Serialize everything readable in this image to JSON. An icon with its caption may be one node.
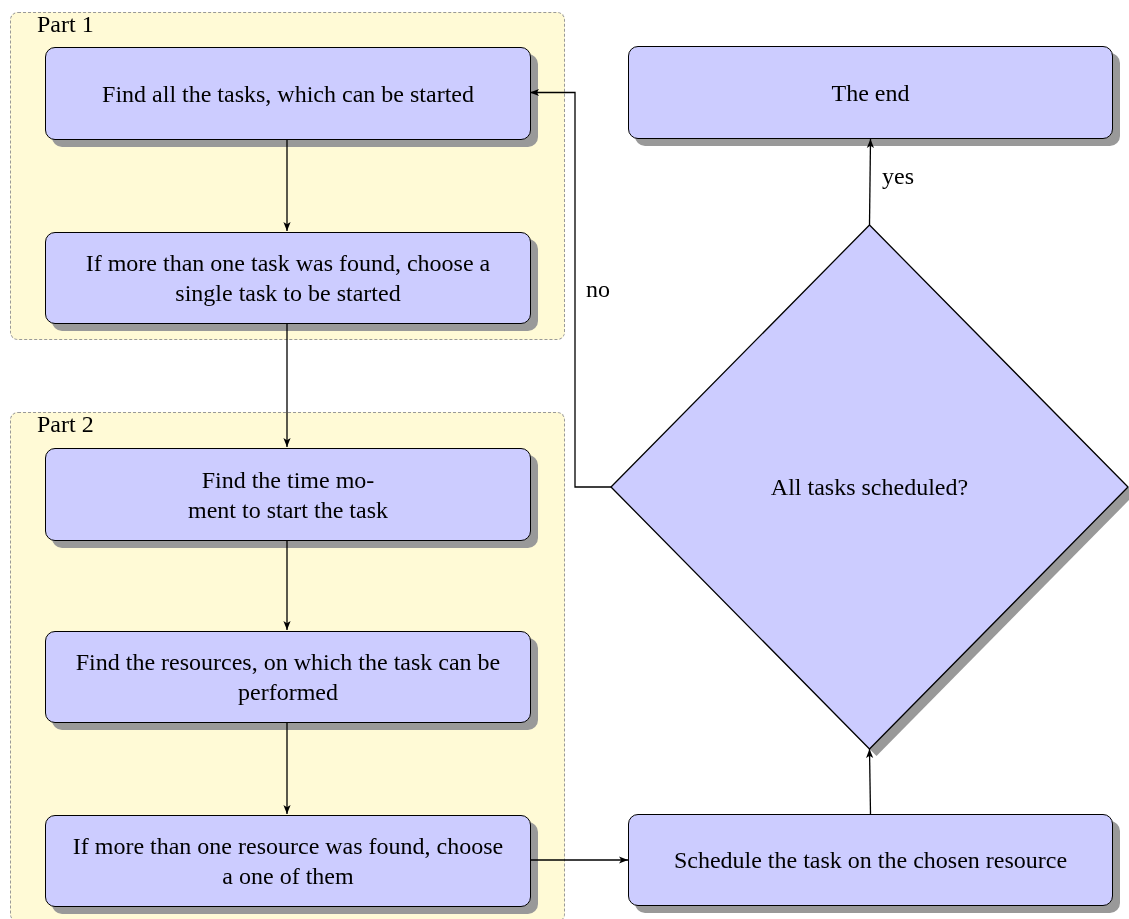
{
  "diagram": {
    "nodes": [
      {
        "text": [
          "Part 1"
        ]
      },
      {
        "text": [
          "Find all the tasks, which can be started"
        ],
        "in": 0
      },
      {
        "text": [
          "If more than one task was found, choose a single task to be started"
        ],
        "in": 0
      },
      {
        "text": [
          "Part 2"
        ]
      },
      {
        "text": [
          "Find the time mo- ment to start the task"
        ],
        "in": 3
      },
      {
        "text": [
          "Find the resources, on which the task can be performed"
        ],
        "in": 3
      },
      {
        "text": [
          "If more than one resource was found, choose a one of them"
        ],
        "in": 3
      },
      {
        "text": [
          "Schedule the task on the chosen resource"
        ]
      },
      {
        "text": [
          "All tasks scheduled?"
        ]
      },
      {
        "text": [
          "The end"
        ]
      }
    ],
    "edges": [
      {
        "from": 1,
        "to": 2,
        "arrow": "to"
      },
      {
        "from": 2,
        "to": 4,
        "arrow": "to"
      },
      {
        "from": 4,
        "to": 5,
        "arrow": "to"
      },
      {
        "from": 5,
        "to": 6,
        "arrow": "to"
      },
      {
        "from": 6,
        "to": 7,
        "arrow": "to"
      },
      {
        "from": 7,
        "to": 8,
        "arrow": "to"
      },
      {
        "from": 8,
        "to": 9,
        "arrow": "to",
        "label": "yes"
      },
      {
        "from": 8,
        "to": 1,
        "arrow": "to",
        "label": "no"
      }
    ]
  }
}
